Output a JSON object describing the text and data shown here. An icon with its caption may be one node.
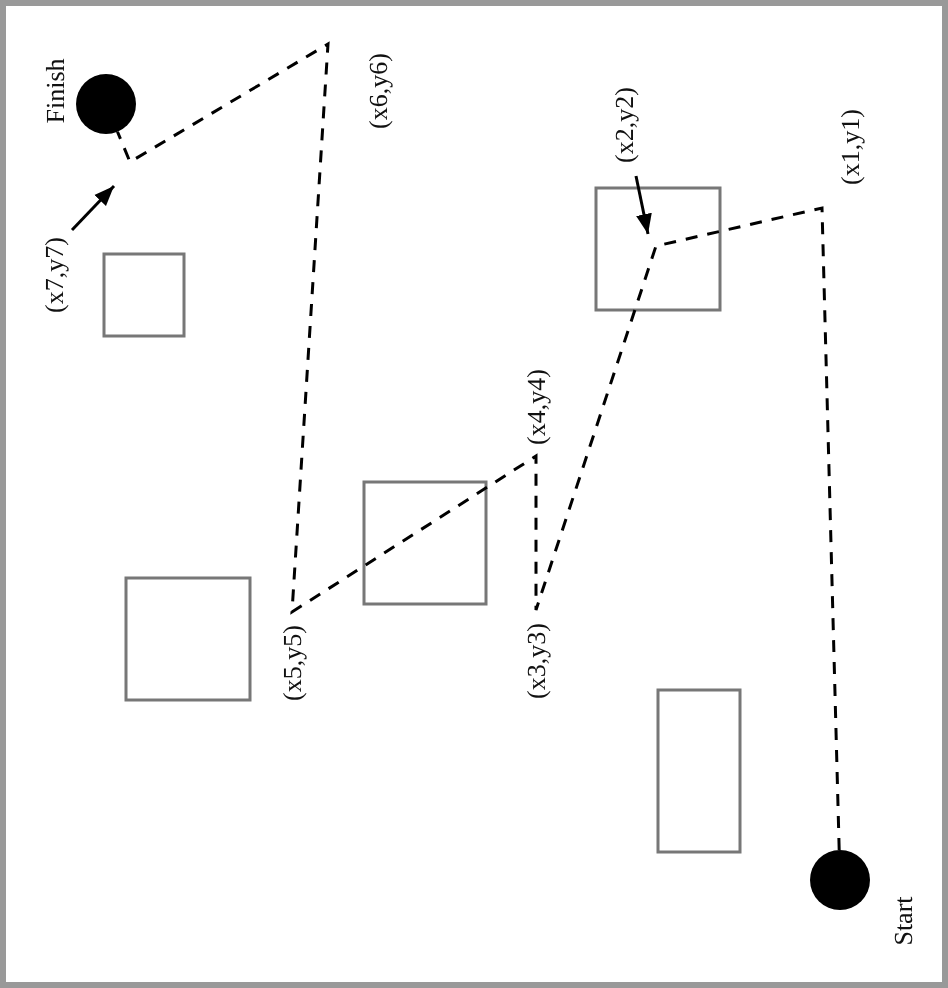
{
  "diagram": {
    "nodes": [
      {
        "text": [],
        "shape": "circle",
        "beside": [
          "Finish"
        ]
      },
      {
        "text": [
          "(x7,y7)"
        ]
      },
      {
        "text": [
          "(x2,y2)"
        ]
      },
      {
        "text": [],
        "shape": "circle",
        "beside": [
          "Start"
        ]
      }
    ],
    "edges": [
      {
        "from": 3,
        "to": 0,
        "arrow": "none",
        "style": "dashed"
      },
      {
        "from": 2,
        "to": null,
        "arrow": "to"
      },
      {
        "from": 1,
        "to": null,
        "arrow": "to"
      }
    ],
    "labels": [
      "(x6,y6)",
      "(x1,y1)",
      "(x4,y4)",
      "(x5,y5)",
      "(x3,y3)"
    ]
  }
}
